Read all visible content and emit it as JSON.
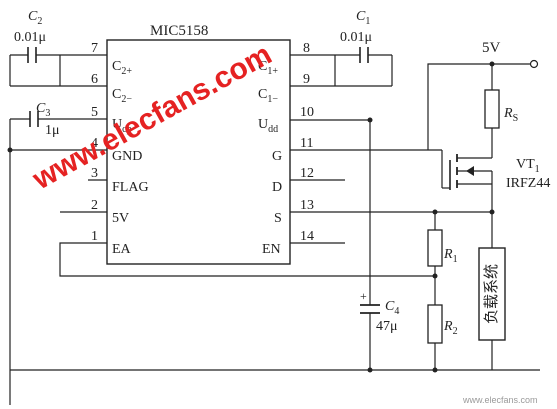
{
  "ic": {
    "name": "MIC5158",
    "pins_left": [
      {
        "num": "7",
        "label": "C",
        "sub": "2+"
      },
      {
        "num": "6",
        "label": "C",
        "sub": "2−"
      },
      {
        "num": "5",
        "label": "U",
        "sub": "cp"
      },
      {
        "num": "4",
        "label": "GND",
        "sub": ""
      },
      {
        "num": "3",
        "label": "FLAG",
        "sub": ""
      },
      {
        "num": "2",
        "label": "5V",
        "sub": ""
      },
      {
        "num": "1",
        "label": "EA",
        "sub": ""
      }
    ],
    "pins_right": [
      {
        "num": "8",
        "label": "C",
        "sub": "1+"
      },
      {
        "num": "9",
        "label": "C",
        "sub": "1−"
      },
      {
        "num": "10",
        "label": "U",
        "sub": "dd"
      },
      {
        "num": "11",
        "label": "G",
        "sub": ""
      },
      {
        "num": "12",
        "label": "D",
        "sub": ""
      },
      {
        "num": "13",
        "label": "S",
        "sub": ""
      },
      {
        "num": "14",
        "label": "EN",
        "sub": ""
      }
    ]
  },
  "components": {
    "c2": {
      "name": "C",
      "sub": "2",
      "value": "0.01μ"
    },
    "c1": {
      "name": "C",
      "sub": "1",
      "value": "0.01μ"
    },
    "c3": {
      "name": "C",
      "sub": "3",
      "value": "1μ"
    },
    "c4": {
      "name": "C",
      "sub": "4",
      "value": "47μ",
      "polarity": "+"
    },
    "rs": {
      "name": "R",
      "sub": "S"
    },
    "r1": {
      "name": "R",
      "sub": "1"
    },
    "r2": {
      "name": "R",
      "sub": "2"
    },
    "vt1": {
      "name": "VT",
      "sub": "1",
      "part": "IRFZ44"
    },
    "supply": "5V",
    "load": "负载系统"
  },
  "watermarks": {
    "main": "www.elecfans.com",
    "corner": "www.elecfans.com"
  }
}
